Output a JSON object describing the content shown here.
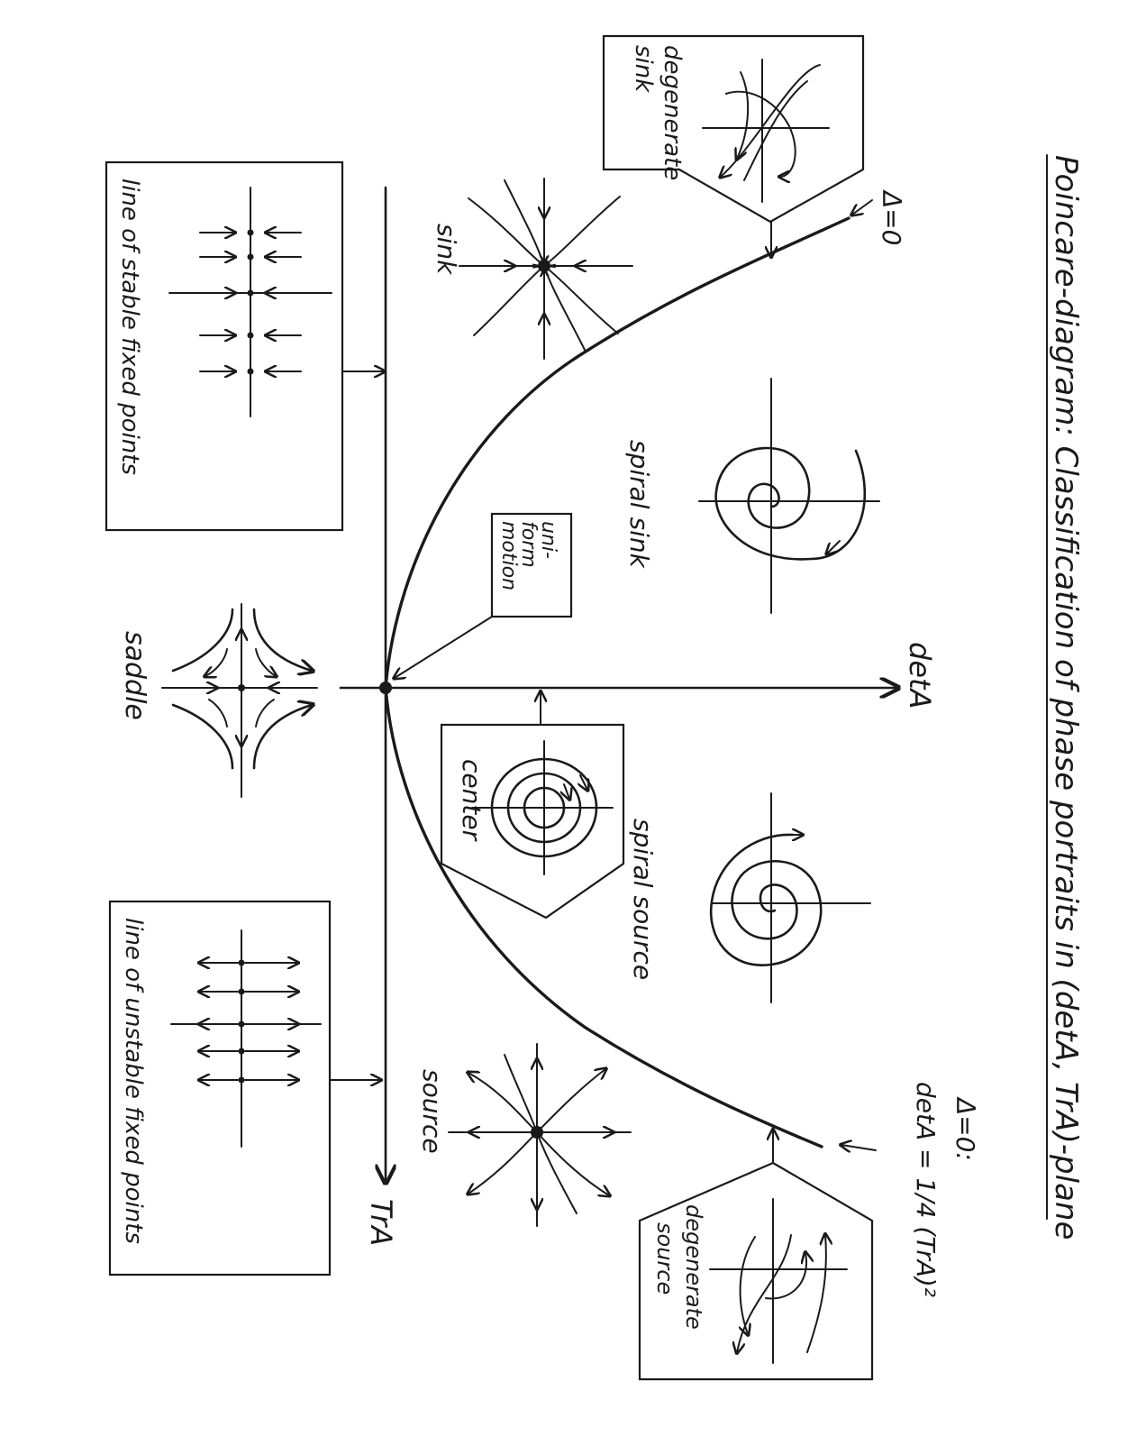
{
  "title": {
    "line1": "Poincare-diagram: Classification of phase portraits in (detA, TrA)-plane"
  },
  "axes": {
    "det": "detA",
    "tr": "TrA"
  },
  "curve": {
    "label_top": "Δ=0",
    "label_bottom_1": "Δ=0:",
    "label_bottom_2": "detA = 1/4 (TrA)²"
  },
  "regions": {
    "degenerate_sink": [
      "degenerate",
      "sink"
    ],
    "sink": "sink",
    "spiral_sink": "spiral sink",
    "uniform_motion": [
      "uni-",
      "form",
      "motion"
    ],
    "center": "center",
    "spiral_source": "spiral source",
    "saddle": "saddle",
    "source": "source",
    "degenerate_source": [
      "degenerate",
      "source"
    ],
    "line_stable": "line of stable fixed points",
    "line_unstable": "line of unstable fixed points"
  }
}
